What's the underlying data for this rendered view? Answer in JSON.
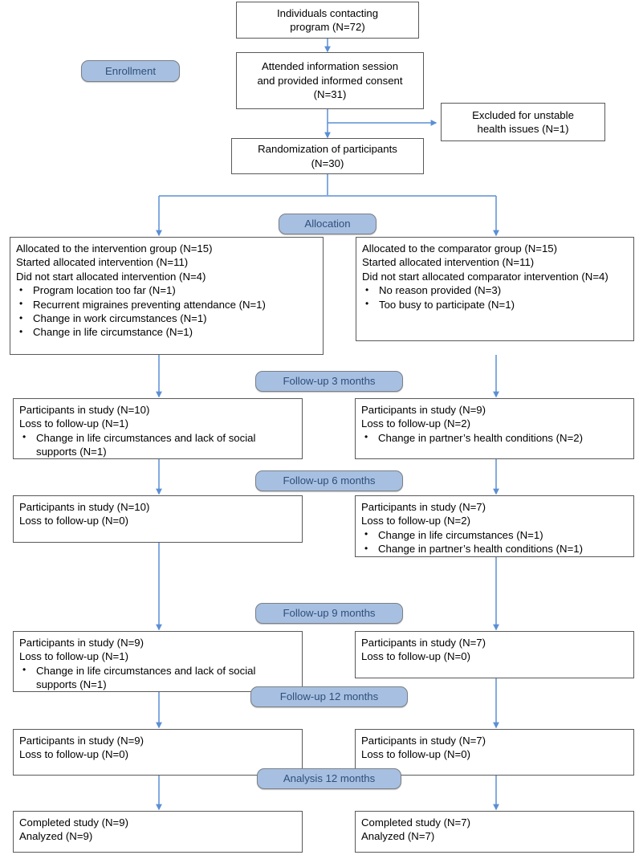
{
  "figure": {
    "kind": "consort-flow-diagram",
    "accent_blue": "#5b8fd4",
    "pill_fill": "#a7c0e1",
    "pill_text": "#2f4e79",
    "box_border": "#595959"
  },
  "stage_labels": {
    "enrollment": "Enrollment",
    "allocation": "Allocation",
    "followup_3": "Follow-up 3 months",
    "followup_6": "Follow-up 6 months",
    "followup_9": "Follow-up 9 months",
    "followup_12": "Follow-up 12 months",
    "analysis_12": "Analysis 12 months"
  },
  "enrollment": {
    "contacting": {
      "line1": "Individuals contacting",
      "line2": "program (N=72)"
    },
    "consent": {
      "line1": "Attended information session",
      "line2": "and provided informed consent",
      "line3": "(N=31)"
    },
    "excluded": {
      "line1": "Excluded for unstable",
      "line2": "health issues (N=1)"
    },
    "randomization": {
      "line1": "Randomization of participants",
      "line2": "(N=30)"
    }
  },
  "allocation": {
    "intervention": {
      "line1": "Allocated to the intervention group (N=15)",
      "line2": "Started allocated intervention (N=11)",
      "line3": "Did not start allocated intervention (N=4)",
      "bullets": [
        "Program location too far (N=1)",
        "Recurrent migraines preventing attendance (N=1)",
        "Change in work circumstances (N=1)",
        "Change in life circumstance (N=1)"
      ]
    },
    "comparator": {
      "line1": "Allocated to the comparator group (N=15)",
      "line2": "Started allocated intervention (N=11)",
      "line3": "Did not start allocated comparator intervention (N=4)",
      "bullets": [
        "No reason provided (N=3)",
        "Too busy to participate (N=1)"
      ]
    }
  },
  "followup_3_months": {
    "intervention": {
      "line1": "Participants in study (N=10)",
      "line2": "Loss to follow-up (N=1)",
      "bullets": [
        "Change in life circumstances and lack of social supports (N=1)"
      ]
    },
    "comparator": {
      "line1": "Participants in study (N=9)",
      "line2": "Loss to follow-up (N=2)",
      "bullets": [
        "Change in partner’s health conditions (N=2)"
      ]
    }
  },
  "followup_6_months": {
    "intervention": {
      "line1": "Participants in study (N=10)",
      "line2": "Loss to follow-up (N=0)",
      "bullets": []
    },
    "comparator": {
      "line1": "Participants in study (N=7)",
      "line2": "Loss to follow-up (N=2)",
      "bullets": [
        "Change in life circumstances (N=1)",
        "Change in partner’s health conditions (N=1)"
      ]
    }
  },
  "followup_9_months": {
    "intervention": {
      "line1": "Participants in study (N=9)",
      "line2": "Loss to follow-up (N=1)",
      "bullets": [
        "Change in life circumstances and lack of social supports (N=1)"
      ]
    },
    "comparator": {
      "line1": "Participants in study (N=7)",
      "line2": "Loss to follow-up (N=0)",
      "bullets": []
    }
  },
  "followup_12_months": {
    "intervention": {
      "line1": "Participants in study (N=9)",
      "line2": "Loss to follow-up (N=0)"
    },
    "comparator": {
      "line1": "Participants in study (N=7)",
      "line2": "Loss to follow-up (N=0)"
    }
  },
  "analysis_12_months": {
    "intervention": {
      "line1": "Completed study (N=9)",
      "line2": "Analyzed (N=9)"
    },
    "comparator": {
      "line1": "Completed study (N=7)",
      "line2": "Analyzed (N=7)"
    }
  }
}
